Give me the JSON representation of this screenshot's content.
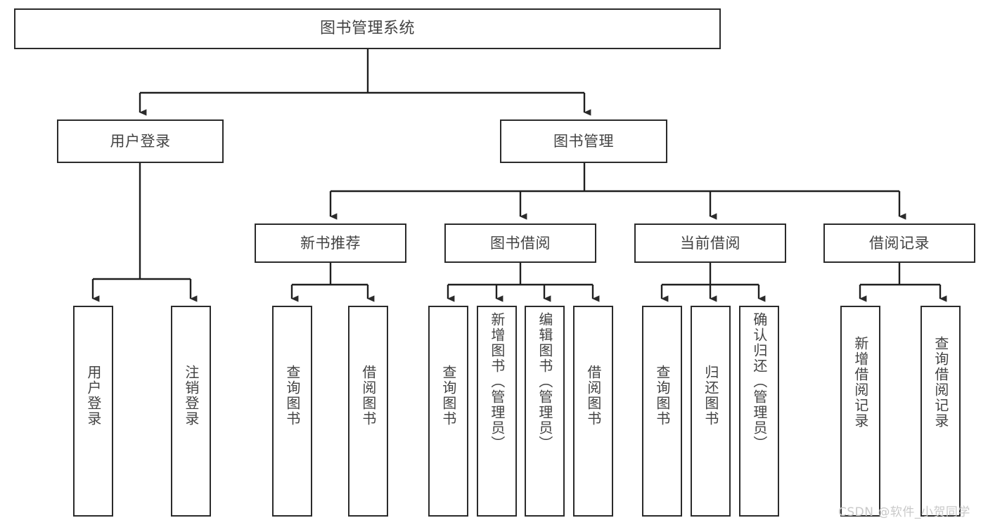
{
  "diagram": {
    "type": "tree",
    "title": "图书管理系统",
    "root": {
      "id": "root",
      "label": "图书管理系统"
    },
    "level2": [
      {
        "id": "user-login",
        "label": "用户登录"
      },
      {
        "id": "book-manage",
        "label": "图书管理"
      }
    ],
    "level3": [
      {
        "id": "new-book-rec",
        "label": "新书推荐"
      },
      {
        "id": "book-borrow",
        "label": "图书借阅"
      },
      {
        "id": "current-borrow",
        "label": "当前借阅"
      },
      {
        "id": "borrow-record",
        "label": "借阅记录"
      }
    ],
    "leaves": [
      {
        "id": "leaf-user-login",
        "label": "用户登录"
      },
      {
        "id": "leaf-logout",
        "label": "注销登录"
      },
      {
        "id": "leaf-query-book-1",
        "label": "查询图书"
      },
      {
        "id": "leaf-borrow-book-1",
        "label": "借阅图书"
      },
      {
        "id": "leaf-query-book-2",
        "label": "查询图书"
      },
      {
        "id": "leaf-add-book",
        "label": "新增图书（管理员）"
      },
      {
        "id": "leaf-edit-book",
        "label": "编辑图书（管理员）"
      },
      {
        "id": "leaf-borrow-book-2",
        "label": "借阅图书"
      },
      {
        "id": "leaf-query-book-3",
        "label": "查询图书"
      },
      {
        "id": "leaf-return-book",
        "label": "归还图书"
      },
      {
        "id": "leaf-confirm-return",
        "label": "确认归还（管理员）"
      },
      {
        "id": "leaf-add-record",
        "label": "新增借阅记录"
      },
      {
        "id": "leaf-query-record",
        "label": "查询借阅记录"
      }
    ]
  },
  "watermark": {
    "text": "CSDN @软件_小贺同学"
  },
  "colors": {
    "border": "#2b2b2b",
    "text": "#434343",
    "background": "#ffffff",
    "edge": "#1f1f1f",
    "watermark": "#c9c9c9"
  }
}
